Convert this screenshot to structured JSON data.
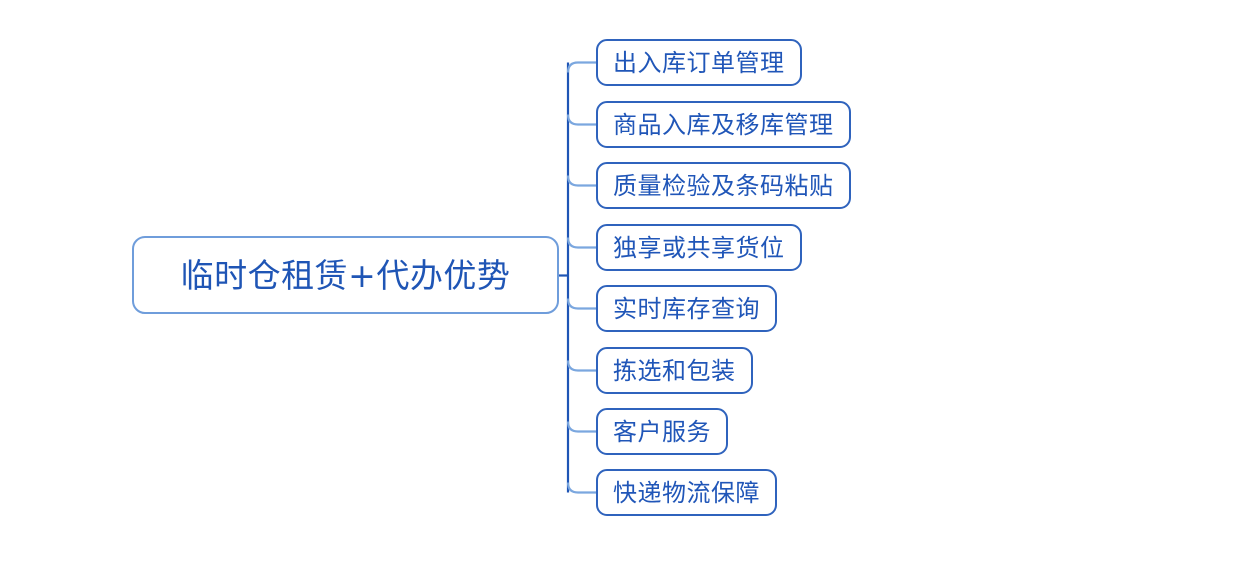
{
  "diagram": {
    "type": "mind-map",
    "orientation": "left-to-right",
    "title": "临时仓租赁+代办优势",
    "colors": {
      "root_border": "#6f9ddb",
      "root_text": "#1f55b5",
      "child_border": "#2f63bd",
      "child_text": "#2056b8",
      "trunk_line": "#1f55b5",
      "branch_line": "#7ba7df",
      "background": "#ffffff"
    },
    "root": {
      "label": "临时仓租赁+代办优势"
    },
    "children": [
      {
        "label": "出入库订单管理"
      },
      {
        "label": "商品入库及移库管理"
      },
      {
        "label": "质量检验及条码粘贴"
      },
      {
        "label": "独享或共享货位"
      },
      {
        "label": "实时库存查询"
      },
      {
        "label": "拣选和包装"
      },
      {
        "label": "客户服务"
      },
      {
        "label": "快递物流保障"
      }
    ]
  }
}
